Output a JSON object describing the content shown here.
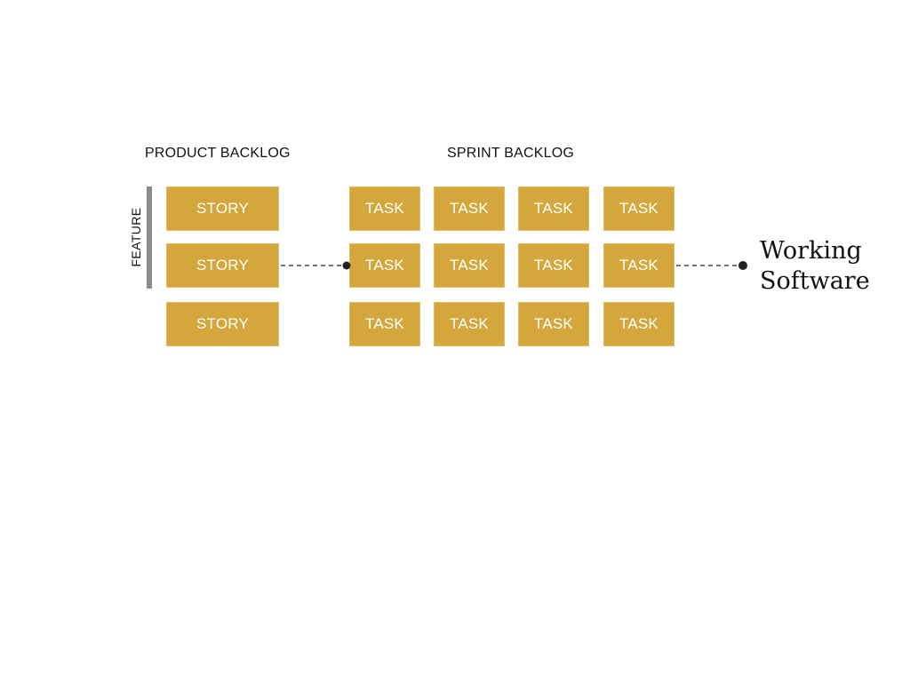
{
  "headings": {
    "product_backlog": "PRODUCT BACKLOG",
    "sprint_backlog": "SPRINT BACKLOG"
  },
  "feature_label": "FEATURE",
  "stories": [
    "STORY",
    "STORY",
    "STORY"
  ],
  "tasks": [
    [
      "TASK",
      "TASK",
      "TASK",
      "TASK"
    ],
    [
      "TASK",
      "TASK",
      "TASK",
      "TASK"
    ],
    [
      "TASK",
      "TASK",
      "TASK",
      "TASK"
    ]
  ],
  "outcome": {
    "line1": "Working",
    "line2": "Software"
  },
  "colors": {
    "card": "#D4A73C",
    "feature_bar": "#8C8C8C",
    "connector": "#222222"
  }
}
